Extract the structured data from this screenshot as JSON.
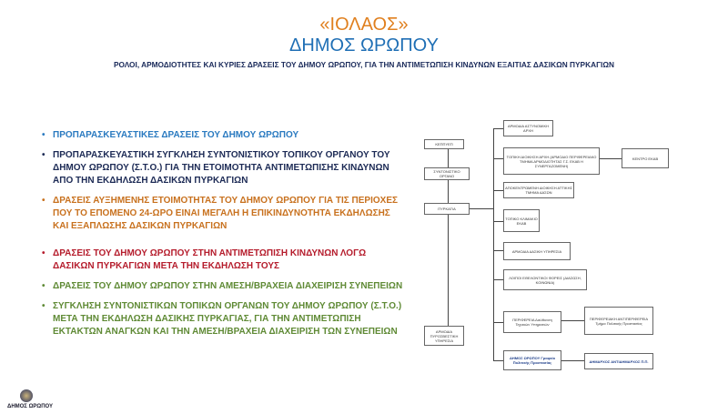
{
  "header": {
    "title": "«ΙΟΛΑΟΣ»",
    "subtitle": "ΔΗΜΟΣ ΩΡΩΠΟΥ",
    "description": "ΡΟΛΟΙ, ΑΡΜΟΔΙΟΤΗΤΕΣ ΚΑΙ ΚΥΡΙΕΣ ΔΡΑΣΕΙΣ ΤΟΥ ΔΗΜΟΥ ΩΡΩΠΟΥ, ΓΙΑ ΤΗΝ ΑΝΤΙΜΕΤΩΠΙΣΗ ΚΙΝΔΥΝΩΝ ΕΞΑΙΤΙΑΣ ΔΑΣΙΚΩΝ ΠΥΡΚΑΓΙΩΝ"
  },
  "bullets": [
    {
      "text": "ΠΡΟΠΑΡΑΣΚΕΥΑΣΤΙΚΕΣ ΔΡΑΣΕΙΣ ΤΟΥ ΔΗΜΟΥ ΩΡΩΠΟΥ",
      "color": "#2a7ac0"
    },
    {
      "text": "ΠΡΟΠΑΡΑΣΚΕΥΑΣΤΙΚΗ ΣΥΓΚΛΗΣΗ ΣΥΝΤΟΝΙΣΤΙΚΟΥ ΤΟΠΙΚΟΥ ΟΡΓΑΝΟΥ ΤΟΥ ΔΗΜΟΥ ΩΡΩΠΟΥ (Σ.Τ.Ο.) ΓΙΑ ΤΗΝ ΕΤΟΙΜΟΤΗΤΑ ΑΝΤΙΜΕΤΩΠΙΣΗΣ ΚΙΝΔΥΝΩΝ ΑΠΟ ΤΗΝ ΕΚΔΗΛΩΣΗ ΔΑΣΙΚΩΝ ΠΥΡΚΑΓΙΩΝ",
      "color": "#1c2a55"
    },
    {
      "text": "ΔΡΑΣΕΙΣ ΑΥΞΗΜΕΝΗΣ ΕΤΟΙΜΟΤΗΤΑΣ ΤΟΥ ΔΗΜΟΥ ΩΡΩΠΟΥ ΓΙΑ ΤΙΣ ΠΕΡΙΟΧΕΣ ΠΟΥ ΤΟ ΕΠΟΜΕΝΟ 24-ΩΡΟ ΕΙΝΑΙ ΜΕΓΑΛΗ Η ΕΠΙΚΙΝΔΥΝΟΤΗΤΑ ΕΚΔΗΛΩΣΗΣ ΚΑΙ ΕΞΑΠΛΩΣΗΣ ΔΑΣΙΚΩΝ ΠΥΡΚΑΓΙΩΝ",
      "color": "#c8711e"
    },
    {
      "text": "ΔΡΑΣΕΙΣ ΤΟΥ ΔΗΜΟΥ ΩΡΩΠΟΥ ΣΤΗΝ ΑΝΤΙΜΕΤΩΠΙΣΗ ΚΙΝΔΥΝΩΝ ΛΟΓΩ ΔΑΣΙΚΩΝ ΠΥΡΚΑΓΙΩΝ ΜΕΤΑ ΤΗΝ ΕΚΔΗΛΩΣΗ ΤΟΥΣ",
      "color": "#b51c2c"
    },
    {
      "text": "ΔΡΑΣΕΙΣ ΤΟΥ ΔΗΜΟΥ ΩΡΩΠΟΥ ΣΤΗΝ ΑΜΕΣΗ/ΒΡΑΧΕΙΑ ΔΙΑΧΕΙΡΙΣΗ ΣΥΝΕΠΕΙΩΝ",
      "color": "#5f8a35"
    },
    {
      "text": "ΣΥΓΚΛΗΣΗ ΣΥΝΤΟΝΙΣΤΙΚΩΝ ΤΟΠΙΚΩΝ ΟΡΓΑΝΩΝ ΤΟΥ ΔΗΜΟΥ ΩΡΩΠΟΥ (Σ.Τ.Ο.) ΜΕΤΑ ΤΗΝ ΕΚΔΗΛΩΣΗ ΔΑΣΙΚΗΣ ΠΥΡΚΑΓΙΑΣ, ΓΙΑ ΤΗΝ ΑΝΤΙΜΕΤΩΠΙΣΗ ΕΚΤΑΚΤΩΝ ΑΝΑΓΚΩΝ ΚΑΙ ΤΗΝ ΑΜΕΣΗ/ΒΡΑΧΕΙΑ ΔΙΑΧΕΙΡΙΣΗ ΤΩΝ ΣΥΝΕΠΕΙΩΝ",
      "color": "#5f8a35"
    }
  ],
  "diagram": {
    "left": [
      "ΚΕΠΠΥΕΠ",
      "ΣΥΝΤΟΝΙΣΤΙΚΟ ΟΡΓΑΝΟ",
      "ΠΥΡΚΑΓΙΑ",
      "ΑΡΜΟΔΙΑ ΠΥΡΟΣΒΕΣΤΙΚΗ ΥΠΗΡΕΣΙΑ"
    ],
    "right": [
      "ΑΡΜΟΔΙΑ ΑΣΤΥΝΟΜΙΚΗ ΑΡΧΗ",
      "ΤΟΠΙΚΗ ΔΙΟΙΚΗΣΗ ΑΡΧΗ (ΑΡΜΟΔΙΟ ΠΕΡΙΦΕΡΕΙΑΚΟ ΤΜΗΜΑ ΑΡΜΟΔΙΟΤΗΤΑΣ Γ.Σ. ΕΚΑΒ Η ΣΥΝΕΡΓΑΖΟΜΕΝΗ)",
      "ΑΠΟΚΕΝΤΡΩΜΕΝΗ ΔΙΟΙΚΗΣΗ ΑΤΤΙΚΗΣ ΤΜΗΜΑ ΔΑΣΩΝ",
      "ΤΟΠΙΚΟ ΚΛΙΜΑΚΙΟ ΕΚΑΒ",
      "ΑΡΜΟΔΙΑ ΔΑΣΙΚΗ ΥΠΗΡΕΣΙΑ",
      "ΛΟΙΠΟΙ ΕΘΕΛΟΝΤΙΚΟΙ ΦΟΡΕΙΣ (ΔΙΑΣΩΣΗ, ΚΟΙΝΩΝΙΑ)",
      "ΠΕΡΙΦΕΡΕΙΑ Διεύθυνση Τεχνικών Υπηρεσιών",
      "ΔΗΜΟΣ ΩΡΩΠΟΥ Γραφείο Πολιτικής Προστασίας"
    ],
    "far": [
      "ΚΕΝΤΡΟ ΕΚΑΒ",
      "ΠΕΡΙΦΕΡΕΙΑΚΗ ΑΝΤΙΠΕΡΙΦΕΡΕΙΑ Τμήμα Πολιτικής Προστασίας",
      "ΔΗΜΑΡΧΟΣ ΑΝΤΙΔΗΜΑΡΧΟΣ Π.Π."
    ]
  },
  "footer": {
    "logo_text": "ΔΗΜΟΣ ΩΡΩΠΟΥ"
  }
}
